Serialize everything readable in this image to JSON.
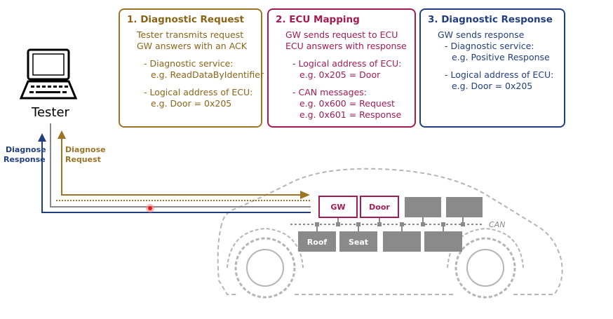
{
  "tester": {
    "label": "Tester"
  },
  "arrows": {
    "response_line1": "Diagnose",
    "response_line2": "Response",
    "request_line1": "Diagnose",
    "request_line2": "Request"
  },
  "boxes": {
    "request": {
      "title": "1. Diagnostic Request",
      "l1": "Tester transmits request",
      "l2": "GW answers with an ACK",
      "l3": "- Diagnostic service:",
      "l4": "e.g. ReadDataByIdentifier",
      "l5": "- Logical address of ECU:",
      "l6": "e.g. Door = 0x205"
    },
    "mapping": {
      "title": "2. ECU Mapping",
      "l1": "GW sends request to ECU",
      "l2": "ECU answers with response",
      "l3": "- Logical address of ECU:",
      "l4": "e.g. 0x205 = Door",
      "l5": "- CAN messages:",
      "l6": "e.g. 0x600 = Request",
      "l7": "e.g. 0x601 = Response"
    },
    "response": {
      "title": "3. Diagnostic Response",
      "l1": "GW sends response",
      "l2": "- Diagnostic service:",
      "l3": "e.g. Positive Response",
      "l4": "- Logical address of ECU:",
      "l5": "e.g. Door = 0x205"
    }
  },
  "car": {
    "gw": "GW",
    "door": "Door",
    "roof": "Roof",
    "seat": "Seat",
    "bus": "CAN"
  },
  "colors": {
    "request": "#9c7425",
    "mapping": "#a31b52",
    "response": "#203f80",
    "ecu_gray": "#8a8a8a",
    "outline": "#b5b5b5"
  }
}
